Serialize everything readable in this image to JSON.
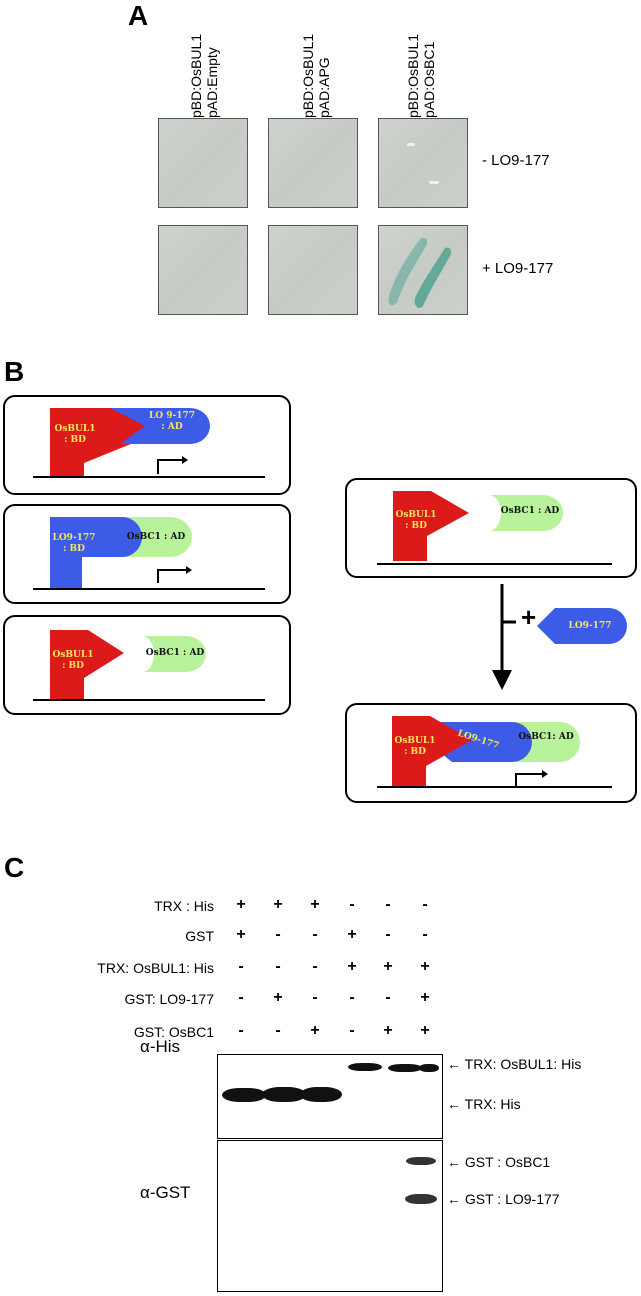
{
  "panel_a": {
    "letter": "A",
    "columns": [
      {
        "line1": "pBD:OsBUL1",
        "line2": "pAD:Empty"
      },
      {
        "line1": "pBD:OsBUL1",
        "line2": "pAD:APG"
      },
      {
        "line1": "pBD:OsBUL1",
        "line2": "pAD:OsBC1"
      }
    ],
    "conditions": [
      "- LO9-177",
      "+ LO9-177"
    ]
  },
  "panel_b": {
    "letter": "B",
    "box1": {
      "red1": "OsBUL1",
      "red2": ": BD",
      "blue1": "LO 9-177",
      "blue2": ": AD"
    },
    "box2": {
      "blue1": "LO9-177",
      "blue2": ": BD",
      "green": "OsBC1 : AD"
    },
    "box3": {
      "red1": "OsBUL1",
      "red2": ": BD",
      "green": "OsBC1 : AD"
    },
    "box4": {
      "red1": "OsBUL1",
      "red2": ": BD",
      "green": "OsBC1 : AD"
    },
    "plus": "+",
    "added": "LO9-177",
    "box5": {
      "red1": "OsBUL1",
      "red2": ": BD",
      "blue": "LO9-177",
      "green": "OsBC1: AD"
    },
    "colors": {
      "red": "#dd1a1a",
      "blue": "#3c5be6",
      "green": "#b8f29a",
      "label_yellow": "#f5e65a"
    }
  },
  "panel_c": {
    "letter": "C",
    "rows": [
      {
        "label": "TRX : His",
        "signs": [
          "+",
          "+",
          "+",
          "-",
          "-",
          "-"
        ]
      },
      {
        "label": "GST",
        "signs": [
          "+",
          "-",
          "-",
          "+",
          "-",
          "-"
        ]
      },
      {
        "label": "TRX: OsBUL1: His",
        "signs": [
          "-",
          "-",
          "-",
          "+",
          "+",
          "+"
        ]
      },
      {
        "label": "GST: LO9-177",
        "signs": [
          "-",
          "+",
          "-",
          "-",
          "-",
          "+"
        ]
      },
      {
        "label": "GST: OsBC1",
        "signs": [
          "-",
          "-",
          "+",
          "-",
          "+",
          "+"
        ]
      }
    ],
    "blot_his": {
      "antibody": "α-His",
      "band_upper": "TRX: OsBUL1: His",
      "band_lower": "TRX: His"
    },
    "blot_gst": {
      "antibody": "α-GST",
      "band_upper": "GST : OsBC1",
      "band_lower": "GST : LO9-177"
    },
    "arrow": "←"
  }
}
